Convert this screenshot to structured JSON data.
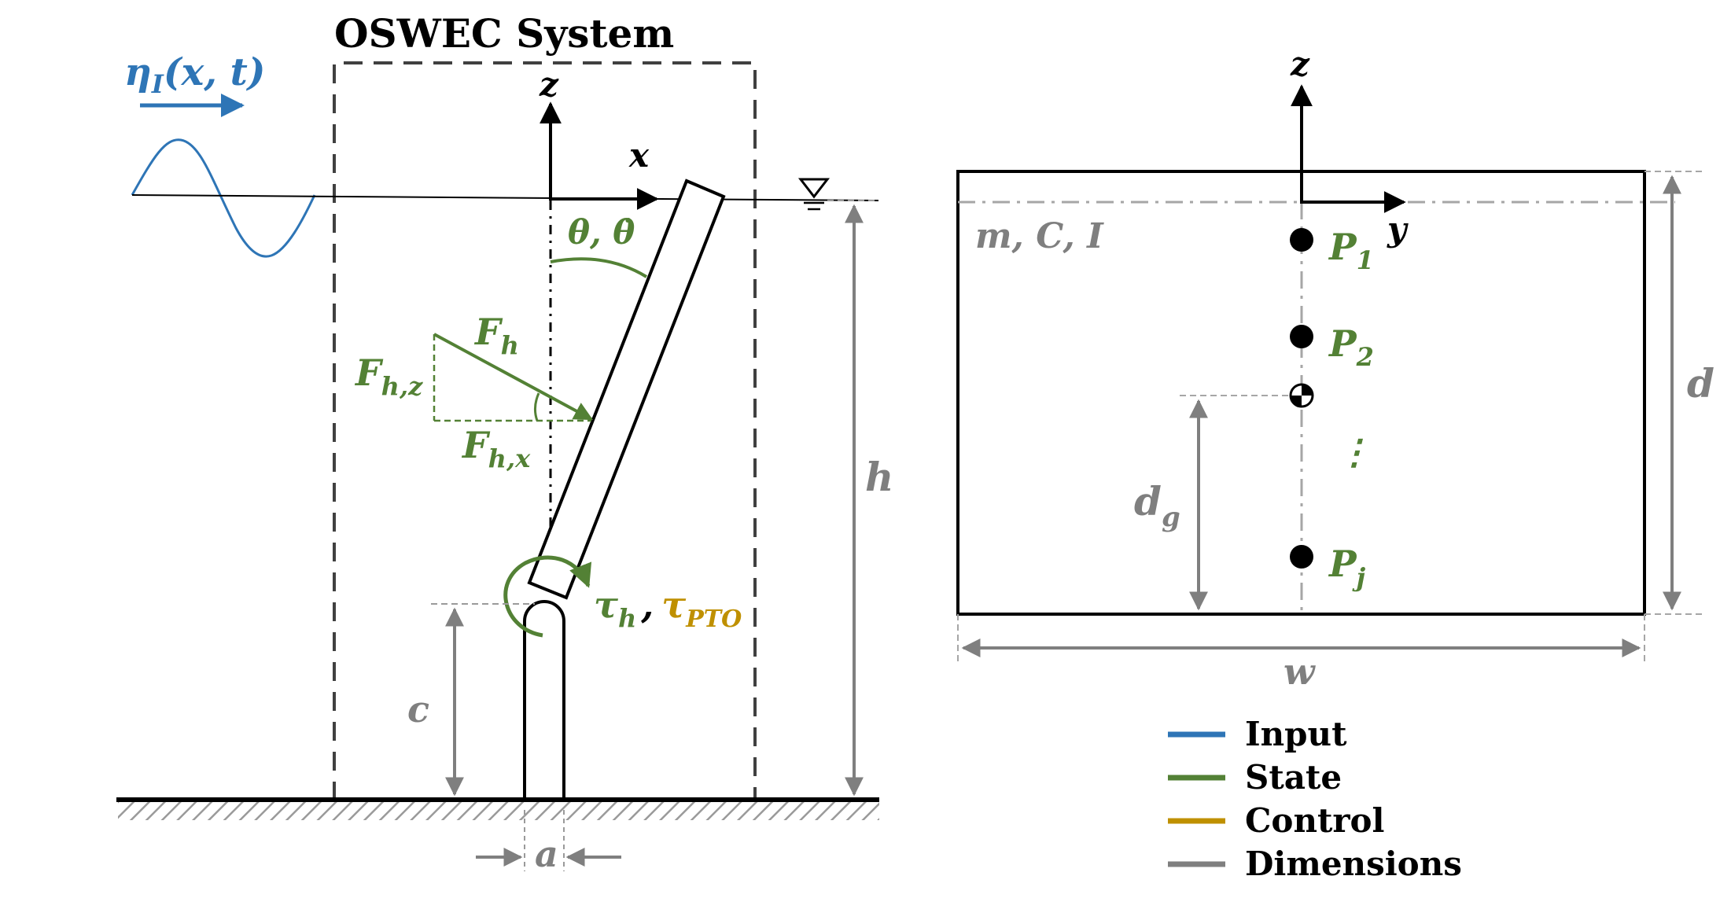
{
  "title": "OSWEC System",
  "colors": {
    "input": "#2e75b6",
    "state": "#538135",
    "control": "#bf9000",
    "dimensions": "#7f7f7f",
    "line": "#000000"
  },
  "labels": {
    "wave": "η",
    "wave_sub": "I",
    "wave_args": "(x, t)",
    "axis_z_left": "z",
    "axis_x": "x",
    "theta": "θ, θ̇",
    "F_h": "F",
    "F_h_sub": "h",
    "F_hz": "F",
    "F_hz_sub": "h,z",
    "F_hx": "F",
    "F_hx_sub": "h,x",
    "tau_h": "τ",
    "tau_h_sub": "h",
    "comma": ",",
    "tau_pto": "τ",
    "tau_pto_sub": "PTO",
    "dim_h": "h",
    "dim_c": "c",
    "dim_a": "a",
    "axis_z_right": "z",
    "axis_y": "y",
    "mass_props": "m, C, I",
    "P1": "P",
    "P1_sub": "1",
    "P2": "P",
    "P2_sub": "2",
    "Pj": "P",
    "Pj_sub": "j",
    "dots": "⋮",
    "dim_d": "d",
    "dim_dg": "d",
    "dim_dg_sub": "g",
    "dim_w": "w"
  },
  "legend": [
    {
      "label": "Input",
      "color": "#2e75b6"
    },
    {
      "label": "State",
      "color": "#538135"
    },
    {
      "label": "Control",
      "color": "#bf9000"
    },
    {
      "label": "Dimensions",
      "color": "#7f7f7f"
    }
  ]
}
